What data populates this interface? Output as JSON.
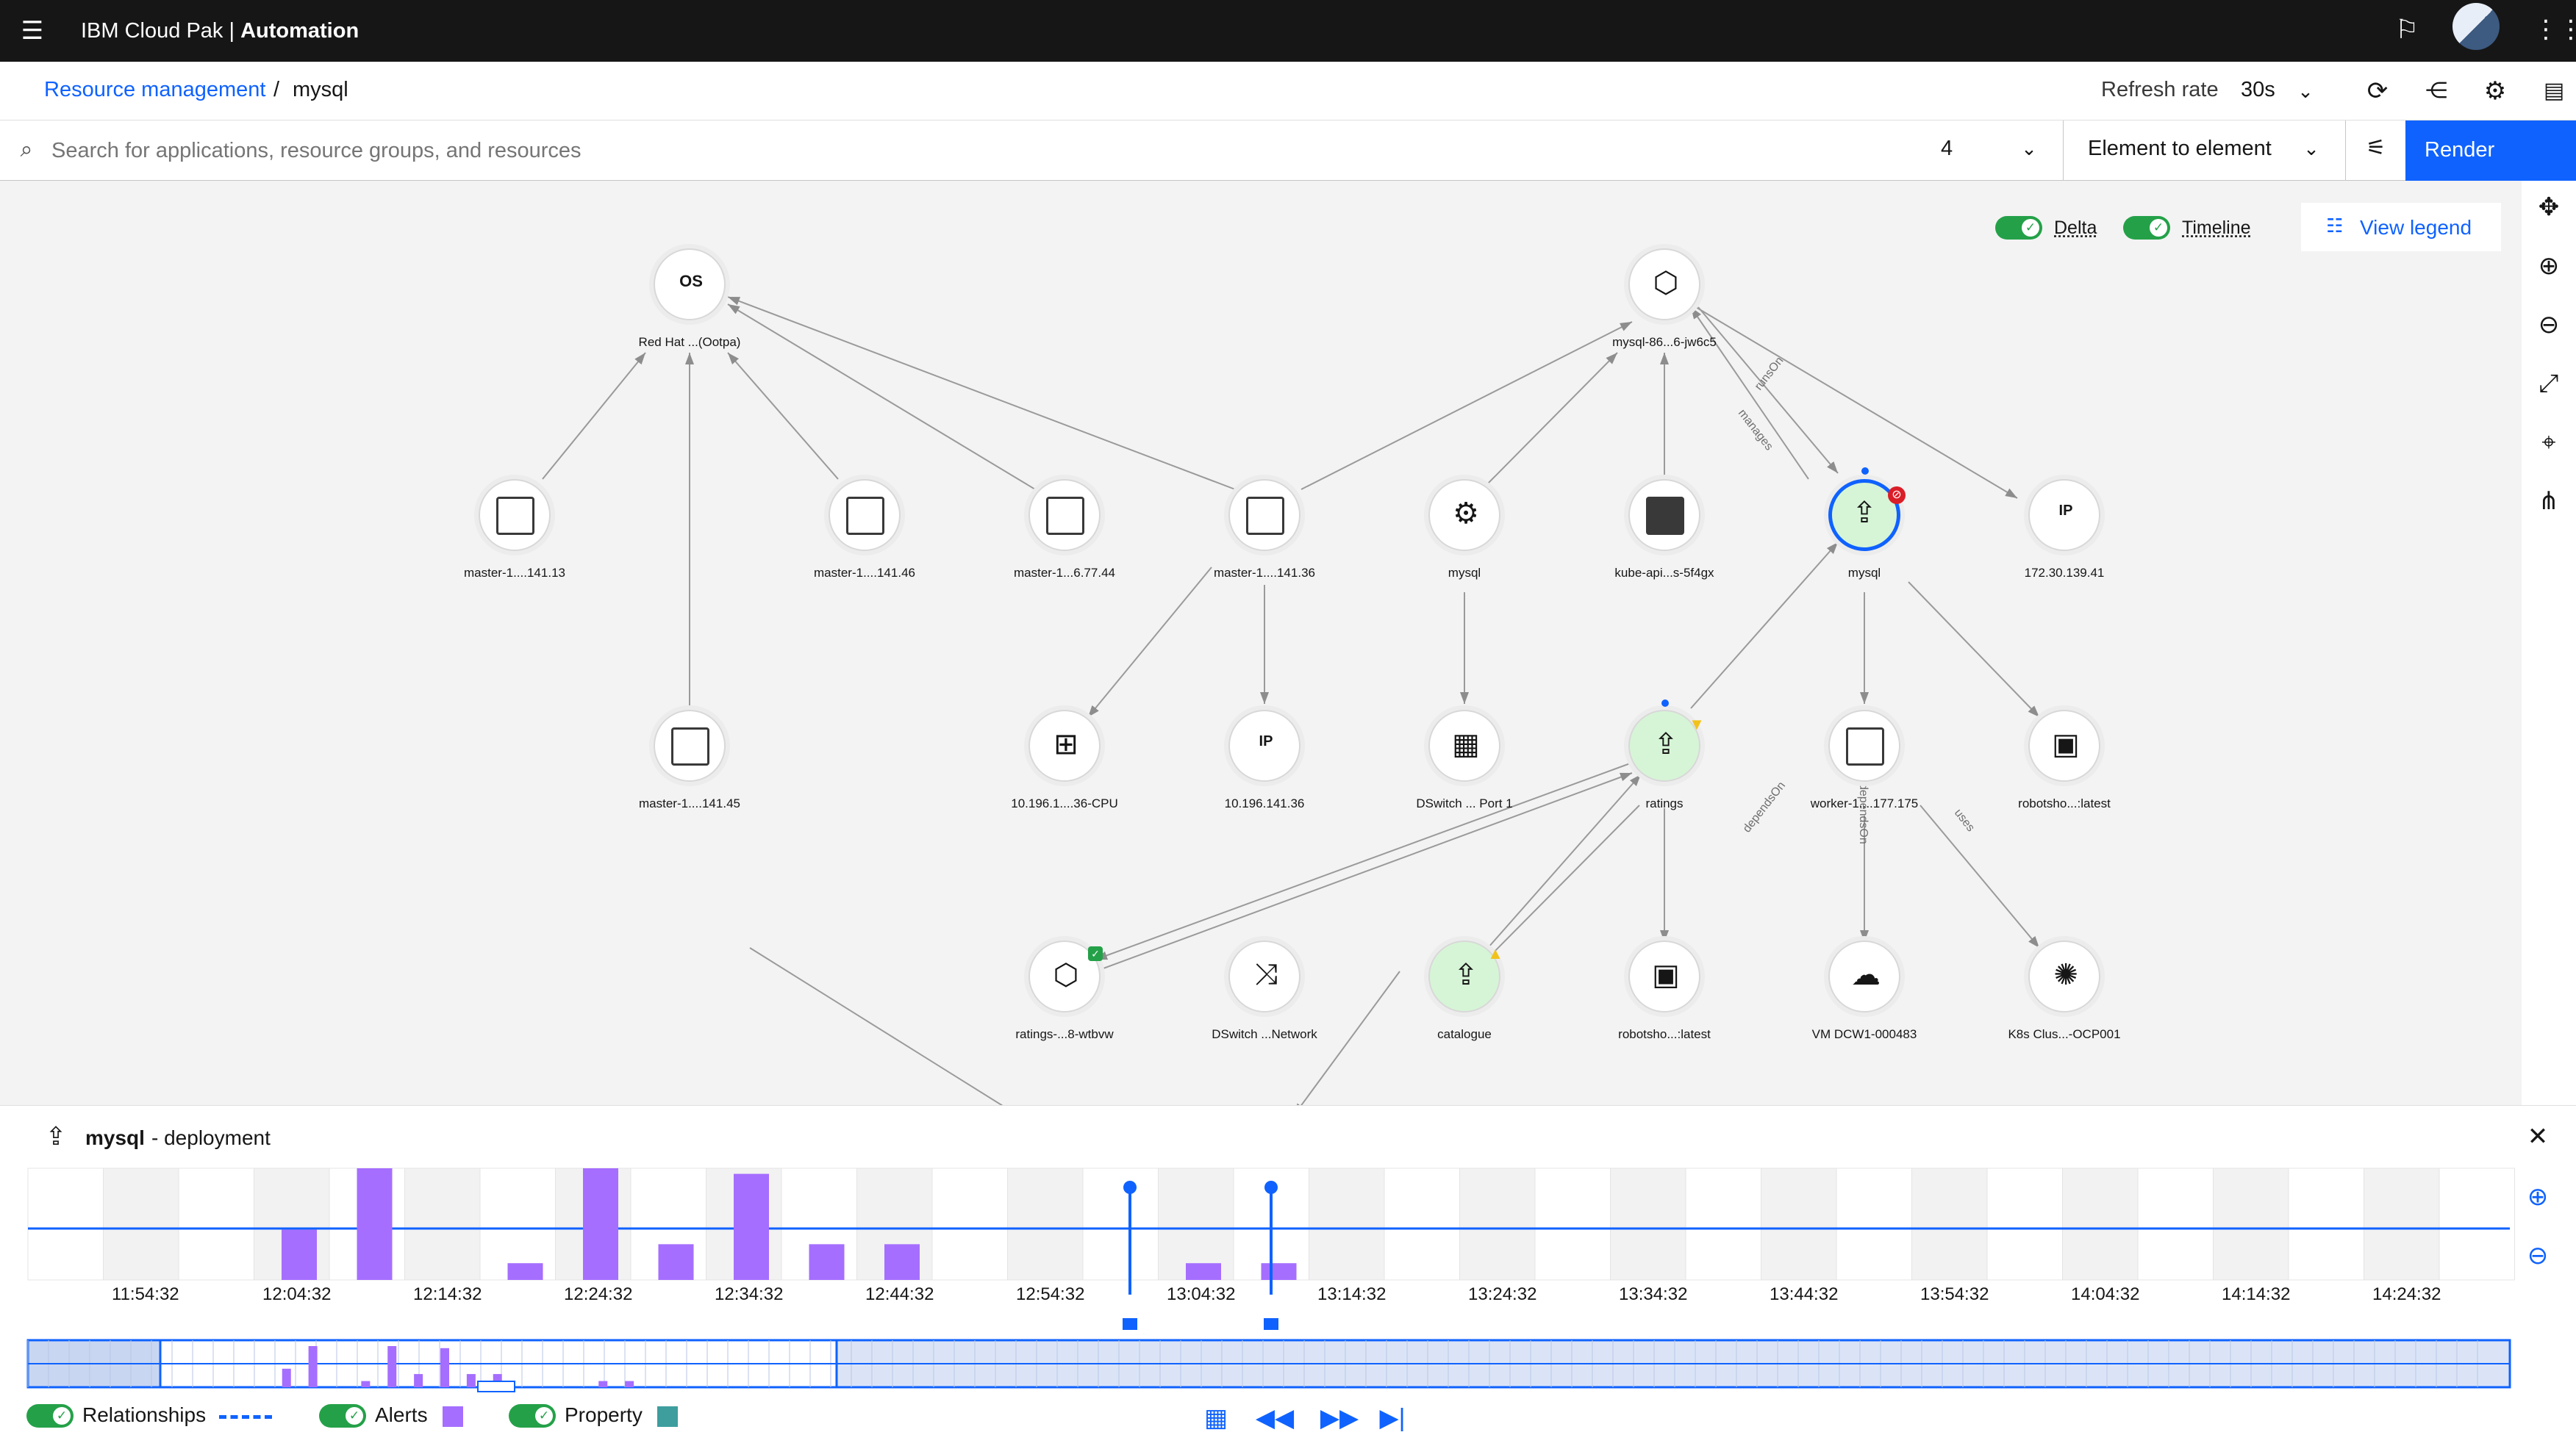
{
  "header": {
    "brand_prefix": "IBM Cloud Pak |",
    "brand_bold": "Automation",
    "icons": [
      "menu-icon",
      "flag-icon",
      "user-avatar",
      "app-switcher-icon"
    ]
  },
  "breadcrumb": {
    "parent": "Resource management",
    "separator": "/",
    "current": "mysql"
  },
  "refresh": {
    "label": "Refresh rate",
    "value": "30s"
  },
  "search": {
    "placeholder": "Search for applications, resource groups, and resources",
    "hops": "4",
    "hop_type": "Element to element",
    "render_label": "Render"
  },
  "canvas_controls": {
    "delta_label": "Delta",
    "timeline_label": "Timeline",
    "legend_label": "View legend"
  },
  "nodes": [
    {
      "id": "os",
      "label": "Red Hat ...(Ootpa)",
      "icon_text": "OS"
    },
    {
      "id": "pod-top",
      "label": "mysql-86...6-jw6c5"
    },
    {
      "id": "m13",
      "label": "master-1....141.13"
    },
    {
      "id": "m46",
      "label": "master-1....141.46"
    },
    {
      "id": "m44",
      "label": "master-1...6.77.44"
    },
    {
      "id": "m36",
      "label": "master-1....141.36"
    },
    {
      "id": "svc",
      "label": "mysql"
    },
    {
      "id": "kapi",
      "label": "kube-api...s-5f4gx"
    },
    {
      "id": "mysql",
      "label": "mysql"
    },
    {
      "id": "ip41",
      "label": "172.30.139.41",
      "icon_text": "IP"
    },
    {
      "id": "m45",
      "label": "master-1....141.45"
    },
    {
      "id": "cpu",
      "label": "10.196.1....36-CPU"
    },
    {
      "id": "ip36",
      "label": "10.196.141.36",
      "icon_text": "IP"
    },
    {
      "id": "port",
      "label": "DSwitch ... Port 1"
    },
    {
      "id": "ratings",
      "label": "ratings"
    },
    {
      "id": "worker",
      "label": "worker-1....177.175"
    },
    {
      "id": "robo1",
      "label": "robotsho...:latest"
    },
    {
      "id": "rpod",
      "label": "ratings-...8-wtbvw"
    },
    {
      "id": "dsnet",
      "label": "DSwitch ...Network"
    },
    {
      "id": "catalogue",
      "label": "catalogue"
    },
    {
      "id": "robo2",
      "label": "robotsho...:latest"
    },
    {
      "id": "vm",
      "label": "VM DCW1-000483"
    },
    {
      "id": "k8s",
      "label": "K8s Clus...-OCP001"
    }
  ],
  "edge_labels": [
    "runsOn",
    "manages",
    "dependsOn",
    "dependsOn",
    "uses"
  ],
  "detail": {
    "title": "mysql",
    "subtitle": "- deployment"
  },
  "timeline": {
    "ticks": [
      "11:54:32",
      "12:04:32",
      "12:14:32",
      "12:24:32",
      "12:34:32",
      "12:44:32",
      "12:54:32",
      "13:04:32",
      "13:14:32",
      "13:24:32",
      "13:34:32",
      "13:44:32",
      "13:54:32",
      "14:04:32",
      "14:14:32",
      "14:24:32"
    ],
    "alert_bars": [
      {
        "time": "12:04:32",
        "level": 0.45
      },
      {
        "time": "12:09:32",
        "level": 1.0
      },
      {
        "time": "12:19:32",
        "level": 0.15
      },
      {
        "time": "12:24:32",
        "level": 1.0
      },
      {
        "time": "12:29:32",
        "level": 0.32
      },
      {
        "time": "12:34:32",
        "level": 0.95
      },
      {
        "time": "12:39:32",
        "level": 0.32
      },
      {
        "time": "12:44:32",
        "level": 0.32
      },
      {
        "time": "13:04:32",
        "level": 0.15
      },
      {
        "time": "13:09:32",
        "level": 0.15
      }
    ],
    "legend": {
      "relationships": "Relationships",
      "alerts": "Alerts",
      "property": "Property"
    },
    "colors": {
      "alert": "#a56eff",
      "property": "#3e9e9e",
      "line": "#0f62fe"
    }
  }
}
